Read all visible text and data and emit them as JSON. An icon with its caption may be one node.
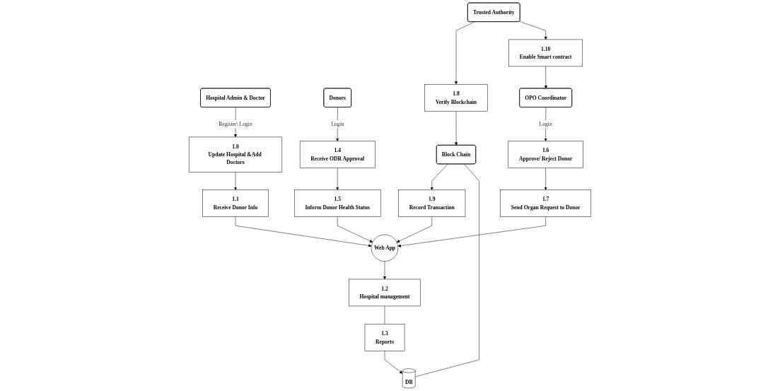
{
  "diagram": {
    "nodes": [
      {
        "text": [
          "Hospital Admin & Doctor"
        ]
      },
      {
        "text": [
          "1.0",
          "Update Hospital &Add Doctors"
        ]
      },
      {
        "text": [
          "1.1",
          "Receive Donor Info"
        ]
      },
      {
        "text": [
          "Web App"
        ]
      },
      {
        "text": [
          "1.5",
          "Inform Donor Health Status"
        ]
      },
      {
        "text": [
          "1.4",
          "Receive ODR Approval"
        ]
      },
      {
        "text": [
          "Donors"
        ]
      },
      {
        "text": [
          "1.9",
          "Record Transaction"
        ]
      },
      {
        "text": [
          "1.7",
          "Send Organ Request to Donor"
        ]
      },
      {
        "text": [
          "1.6",
          "Approve/ Reject Donor"
        ]
      },
      {
        "text": [
          "1.3",
          "Reports"
        ]
      },
      {
        "text": [
          "1.2",
          "Hospital management"
        ]
      },
      {
        "text": [
          "Block Chain"
        ]
      },
      {
        "text": [
          "1.8",
          "Verify Blockchain"
        ]
      },
      {
        "text": [
          "1.10",
          "Enable Smart contract"
        ]
      },
      {
        "text": [
          "OPO Coordinator"
        ]
      },
      {
        "text": [
          "DB"
        ]
      },
      {
        "text": [
          "Trusted Authority"
        ]
      }
    ],
    "edges": [
      {
        "from": 0,
        "to": 1,
        "arrow": "to",
        "label": "Register\\ Login"
      },
      {
        "from": 1,
        "to": 2,
        "arrow": "to"
      },
      {
        "from": 2,
        "to": 3,
        "arrow": "to"
      },
      {
        "from": 4,
        "to": 3,
        "arrow": "to"
      },
      {
        "from": 5,
        "to": 4,
        "arrow": "to"
      },
      {
        "from": 6,
        "to": 5,
        "arrow": "to",
        "label": "Login"
      },
      {
        "from": 3,
        "to": 11,
        "arrow": "to"
      },
      {
        "from": 7,
        "to": 3,
        "arrow": "to"
      },
      {
        "from": 8,
        "to": 3,
        "arrow": "to"
      },
      {
        "from": 9,
        "to": 8,
        "arrow": "to"
      },
      {
        "from": 10,
        "to": 11,
        "arrow": "none"
      },
      {
        "from": 12,
        "to": 7,
        "arrow": "to"
      },
      {
        "from": 13,
        "to": 12,
        "arrow": "to"
      },
      {
        "from": 12,
        "to": 16,
        "arrow": "none"
      },
      {
        "from": 10,
        "to": 16,
        "arrow": "to"
      },
      {
        "from": 17,
        "to": 13,
        "arrow": "to"
      },
      {
        "from": 17,
        "to": 14,
        "arrow": "to"
      },
      {
        "from": 14,
        "to": 15,
        "arrow": "to"
      },
      {
        "from": 15,
        "to": 9,
        "arrow": "to",
        "label": "Login"
      }
    ]
  }
}
